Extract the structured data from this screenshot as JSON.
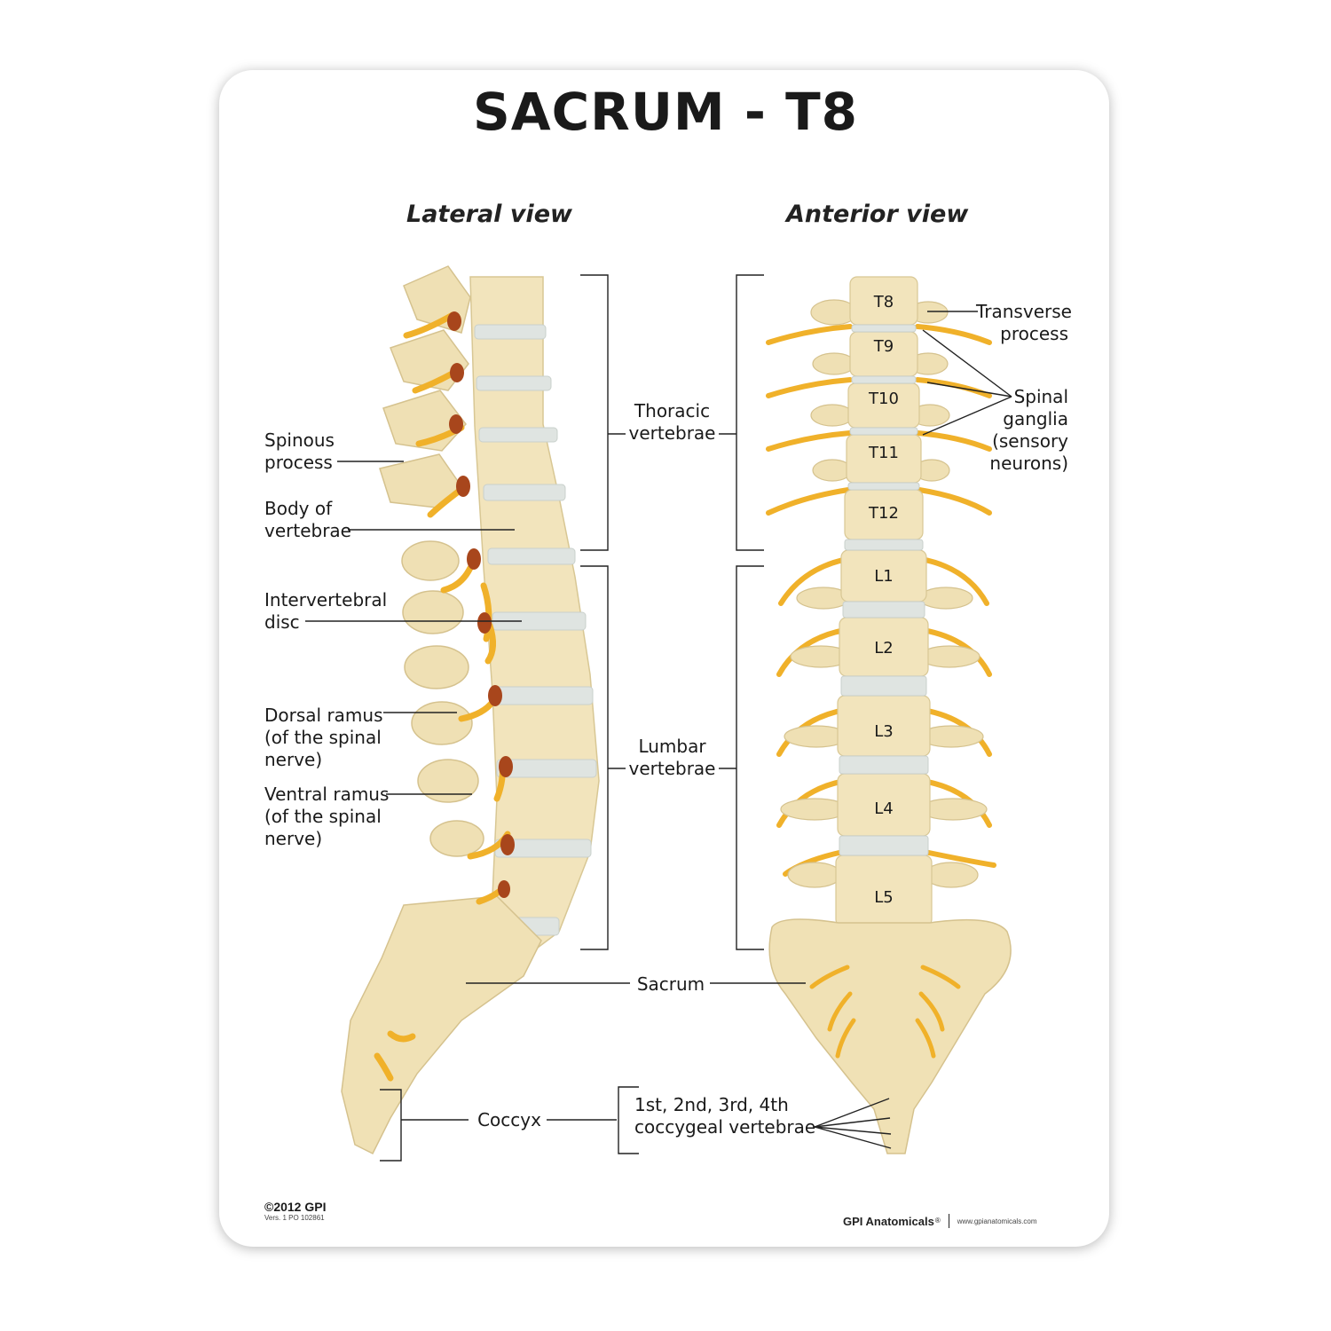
{
  "title": "SACRUM - T8",
  "views": {
    "lateral": "Lateral view",
    "anterior": "Anterior view"
  },
  "left_labels": {
    "spinous": "Spinous\nprocess",
    "body": "Body of\nvertebrae",
    "disc": "Intervertebral\ndisc",
    "dorsal": "Dorsal ramus\n(of the spinal\nnerve)",
    "ventral": "Ventral ramus\n(of the spinal\nnerve)"
  },
  "center_labels": {
    "thoracic": "Thoracic\nvertebrae",
    "lumbar": "Lumbar\nvertebrae",
    "sacrum": "Sacrum",
    "coccyx": "Coccyx",
    "coccygeal": "1st, 2nd, 3rd, 4th\ncoccygeal vertebrae"
  },
  "right_labels": {
    "transverse": "Transverse\nprocess",
    "ganglia": "Spinal\nganglia\n(sensory\nneurons)"
  },
  "vertebra_labels": [
    "T8",
    "T9",
    "T10",
    "T11",
    "T12",
    "L1",
    "L2",
    "L3",
    "L4",
    "L5"
  ],
  "footer": {
    "copyright": "©2012 GPI",
    "version": "Vers. 1 PO 102861",
    "brand": "GPI Anatomicals",
    "registered": "®",
    "url": "www.gpianatomicals.com"
  },
  "colors": {
    "bone": "#f2e4bc",
    "bone_shadow": "#dccb98",
    "disc": "#dfe4e1",
    "nerve": "#f0b12a",
    "nerve_dark": "#a8461c"
  }
}
